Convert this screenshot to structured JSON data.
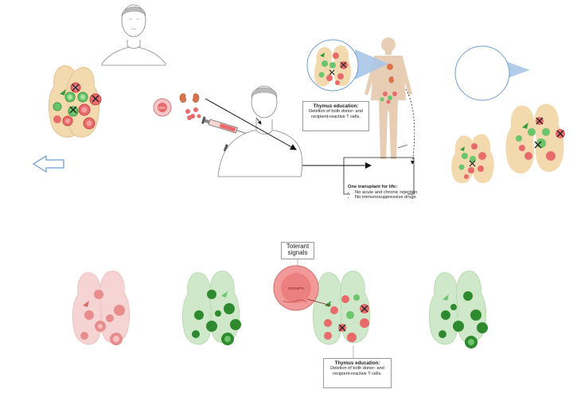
{
  "labels": {
    "hsc": "HSC",
    "thymus_education_title": "Thymus education:",
    "thymus_education_body": "Deletion of both donor- and recipient-reactive T cells.",
    "one_transplant_title": "One transplant for life:",
    "one_transplant_items": [
      "No acute and chronic rejection",
      "No immunosuppressive drugs"
    ],
    "tolerant_signals": "Tolerant signals",
    "cell_label": "GROWTH"
  },
  "colors": {
    "thymus_tan": "#f3d9ae",
    "thymus_pink": "#f6d4d4",
    "thymus_green": "#cfe8c9",
    "cell_red": "#e86a6a",
    "cell_green": "#6cc46c",
    "cell_dark_green": "#2f8a2f",
    "arrow_blue": "#6f9fd6",
    "human_beige": "#e8cdb5"
  },
  "icons": [
    "person-head-icon",
    "thymus-icon",
    "kidney-icon",
    "syringe-icon",
    "body-silhouette-icon",
    "back-arrow-icon",
    "magnifier-icon",
    "cell-icon"
  ]
}
